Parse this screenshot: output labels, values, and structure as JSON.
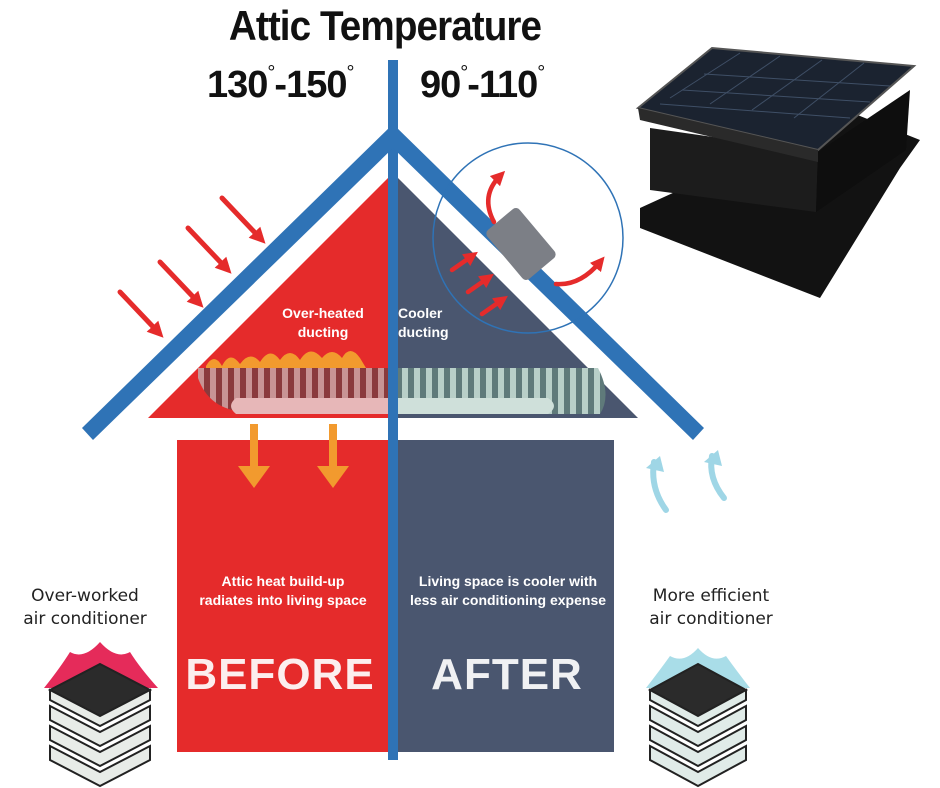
{
  "title": "Attic Temperature",
  "temperatures": {
    "before": {
      "from": "130",
      "to": "150",
      "degree": "°"
    },
    "after": {
      "from": "90",
      "to": "110",
      "degree": "°"
    }
  },
  "ducting": {
    "before_line1": "Over-heated",
    "before_line2": "ducting",
    "after_line1": "Cooler",
    "after_line2": "ducting"
  },
  "living_space": {
    "before_line1": "Attic heat build-up",
    "before_line2": "radiates into living space",
    "after_line1": "Living space is cooler with",
    "after_line2": "less air conditioning expense"
  },
  "labels": {
    "before": "BEFORE",
    "after": "AFTER"
  },
  "air_conditioner": {
    "before_line1": "Over-worked",
    "before_line2": "air conditioner",
    "after_line1": "More efficient",
    "after_line2": "air conditioner"
  },
  "colors": {
    "before_red": "#e52b2b",
    "after_slate": "#4a566f",
    "roof_blue": "#2f73b6",
    "heat_orange": "#f29a2e",
    "cool_air": "#9fd6e6",
    "panel_black": "#141414"
  },
  "icons": {
    "sun_heat": "heat-ray-arrow-icon",
    "hot_air_out": "curved-arrow-icon",
    "cool_air_in": "air-intake-icon",
    "fan": "solar-fan-icon",
    "ac_unit": "ac-unit-icon"
  }
}
